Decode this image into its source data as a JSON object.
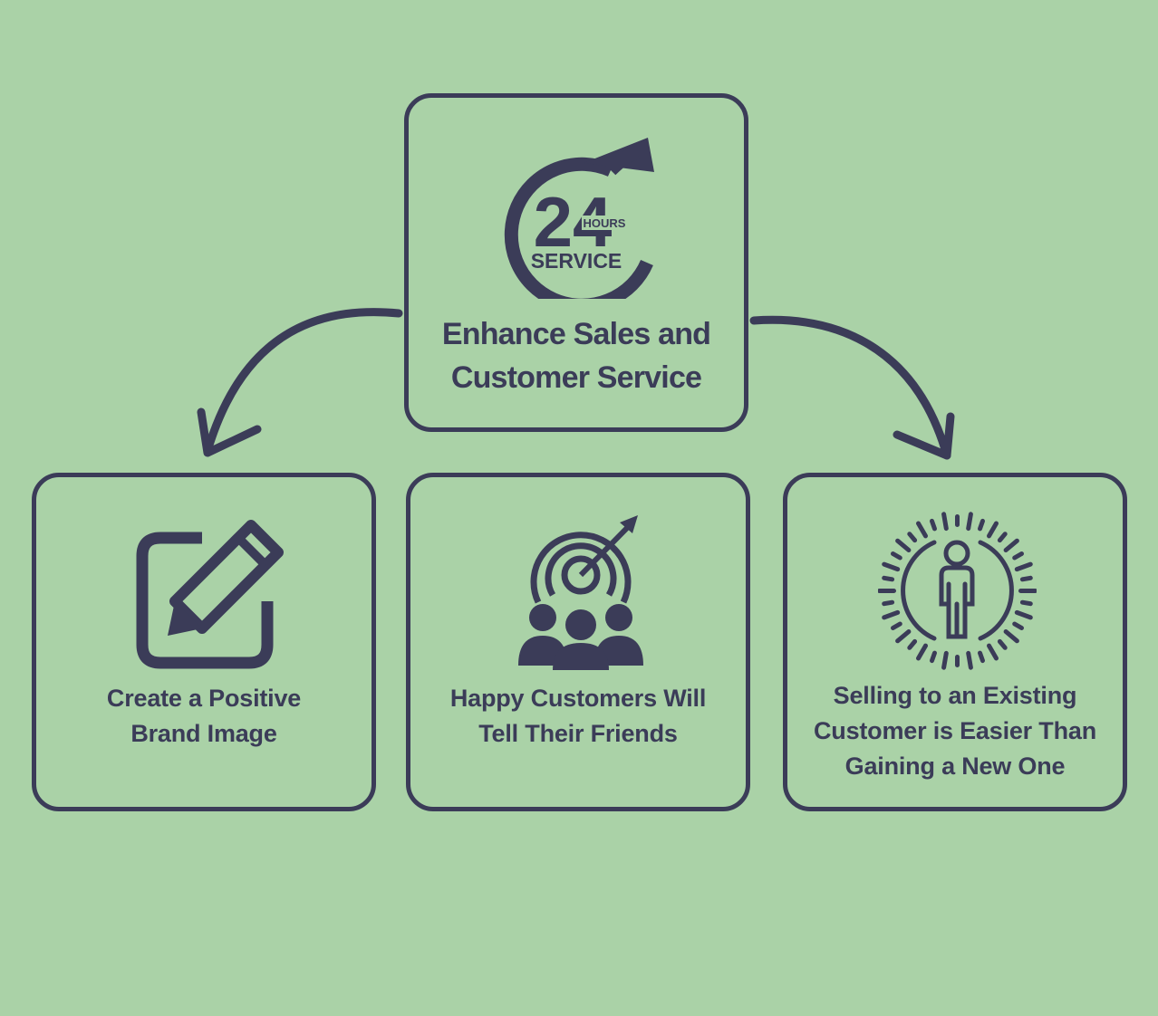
{
  "colors": {
    "background": "#aad2a7",
    "ink": "#3b3c58"
  },
  "top": {
    "icon": "24-hours-service-icon",
    "icon_number": "24",
    "icon_hours": "HOURS",
    "icon_service": "SERVICE",
    "label": "Enhance Sales and\nCustomer Service"
  },
  "left": {
    "icon": "pencil-edit-icon",
    "label": "Create a Positive\nBrand Image"
  },
  "middle": {
    "icon": "target-customers-icon",
    "label": "Happy Customers Will\nTell Their Friends"
  },
  "right": {
    "icon": "glowing-person-icon",
    "label": "Selling to an Existing\nCustomer is Easier Than\nGaining a New One"
  }
}
